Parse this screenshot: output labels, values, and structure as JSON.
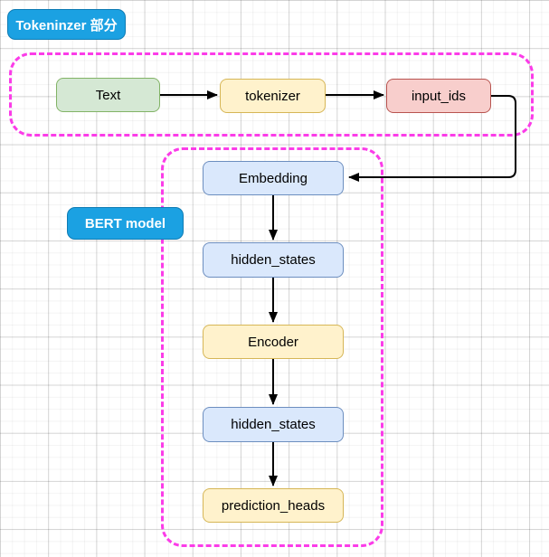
{
  "badges": {
    "tokenizer_section": {
      "label": "Tokeninzer 部分"
    },
    "bert_model": {
      "label": "BERT model"
    }
  },
  "nodes": {
    "text": {
      "label": "Text"
    },
    "tokenizer": {
      "label": "tokenizer"
    },
    "input_ids": {
      "label": "input_ids"
    },
    "embedding": {
      "label": "Embedding"
    },
    "hidden_states_top": {
      "label": "hidden_states"
    },
    "encoder": {
      "label": "Encoder"
    },
    "hidden_states_bottom": {
      "label": "hidden_states"
    },
    "prediction_heads": {
      "label": "prediction_heads"
    }
  },
  "edges": [
    {
      "from": "text",
      "to": "tokenizer"
    },
    {
      "from": "tokenizer",
      "to": "input_ids"
    },
    {
      "from": "input_ids",
      "to": "embedding"
    },
    {
      "from": "embedding",
      "to": "hidden_states_top"
    },
    {
      "from": "hidden_states_top",
      "to": "encoder"
    },
    {
      "from": "encoder",
      "to": "hidden_states_bottom"
    },
    {
      "from": "hidden_states_bottom",
      "to": "prediction_heads"
    }
  ],
  "colors": {
    "badge_blue": "#1ba1e2",
    "badge_blue_border": "#0f7cb4",
    "green_fill": "#d5e8d4",
    "green_stroke": "#82b366",
    "yellow_fill": "#fff2cc",
    "yellow_stroke": "#d6b656",
    "red_fill": "#f8cecc",
    "red_stroke": "#b85450",
    "blue_fill": "#dae8fc",
    "blue_stroke": "#6c8ebf",
    "group_dash": "#fb3ce8",
    "arrow": "#000000"
  }
}
